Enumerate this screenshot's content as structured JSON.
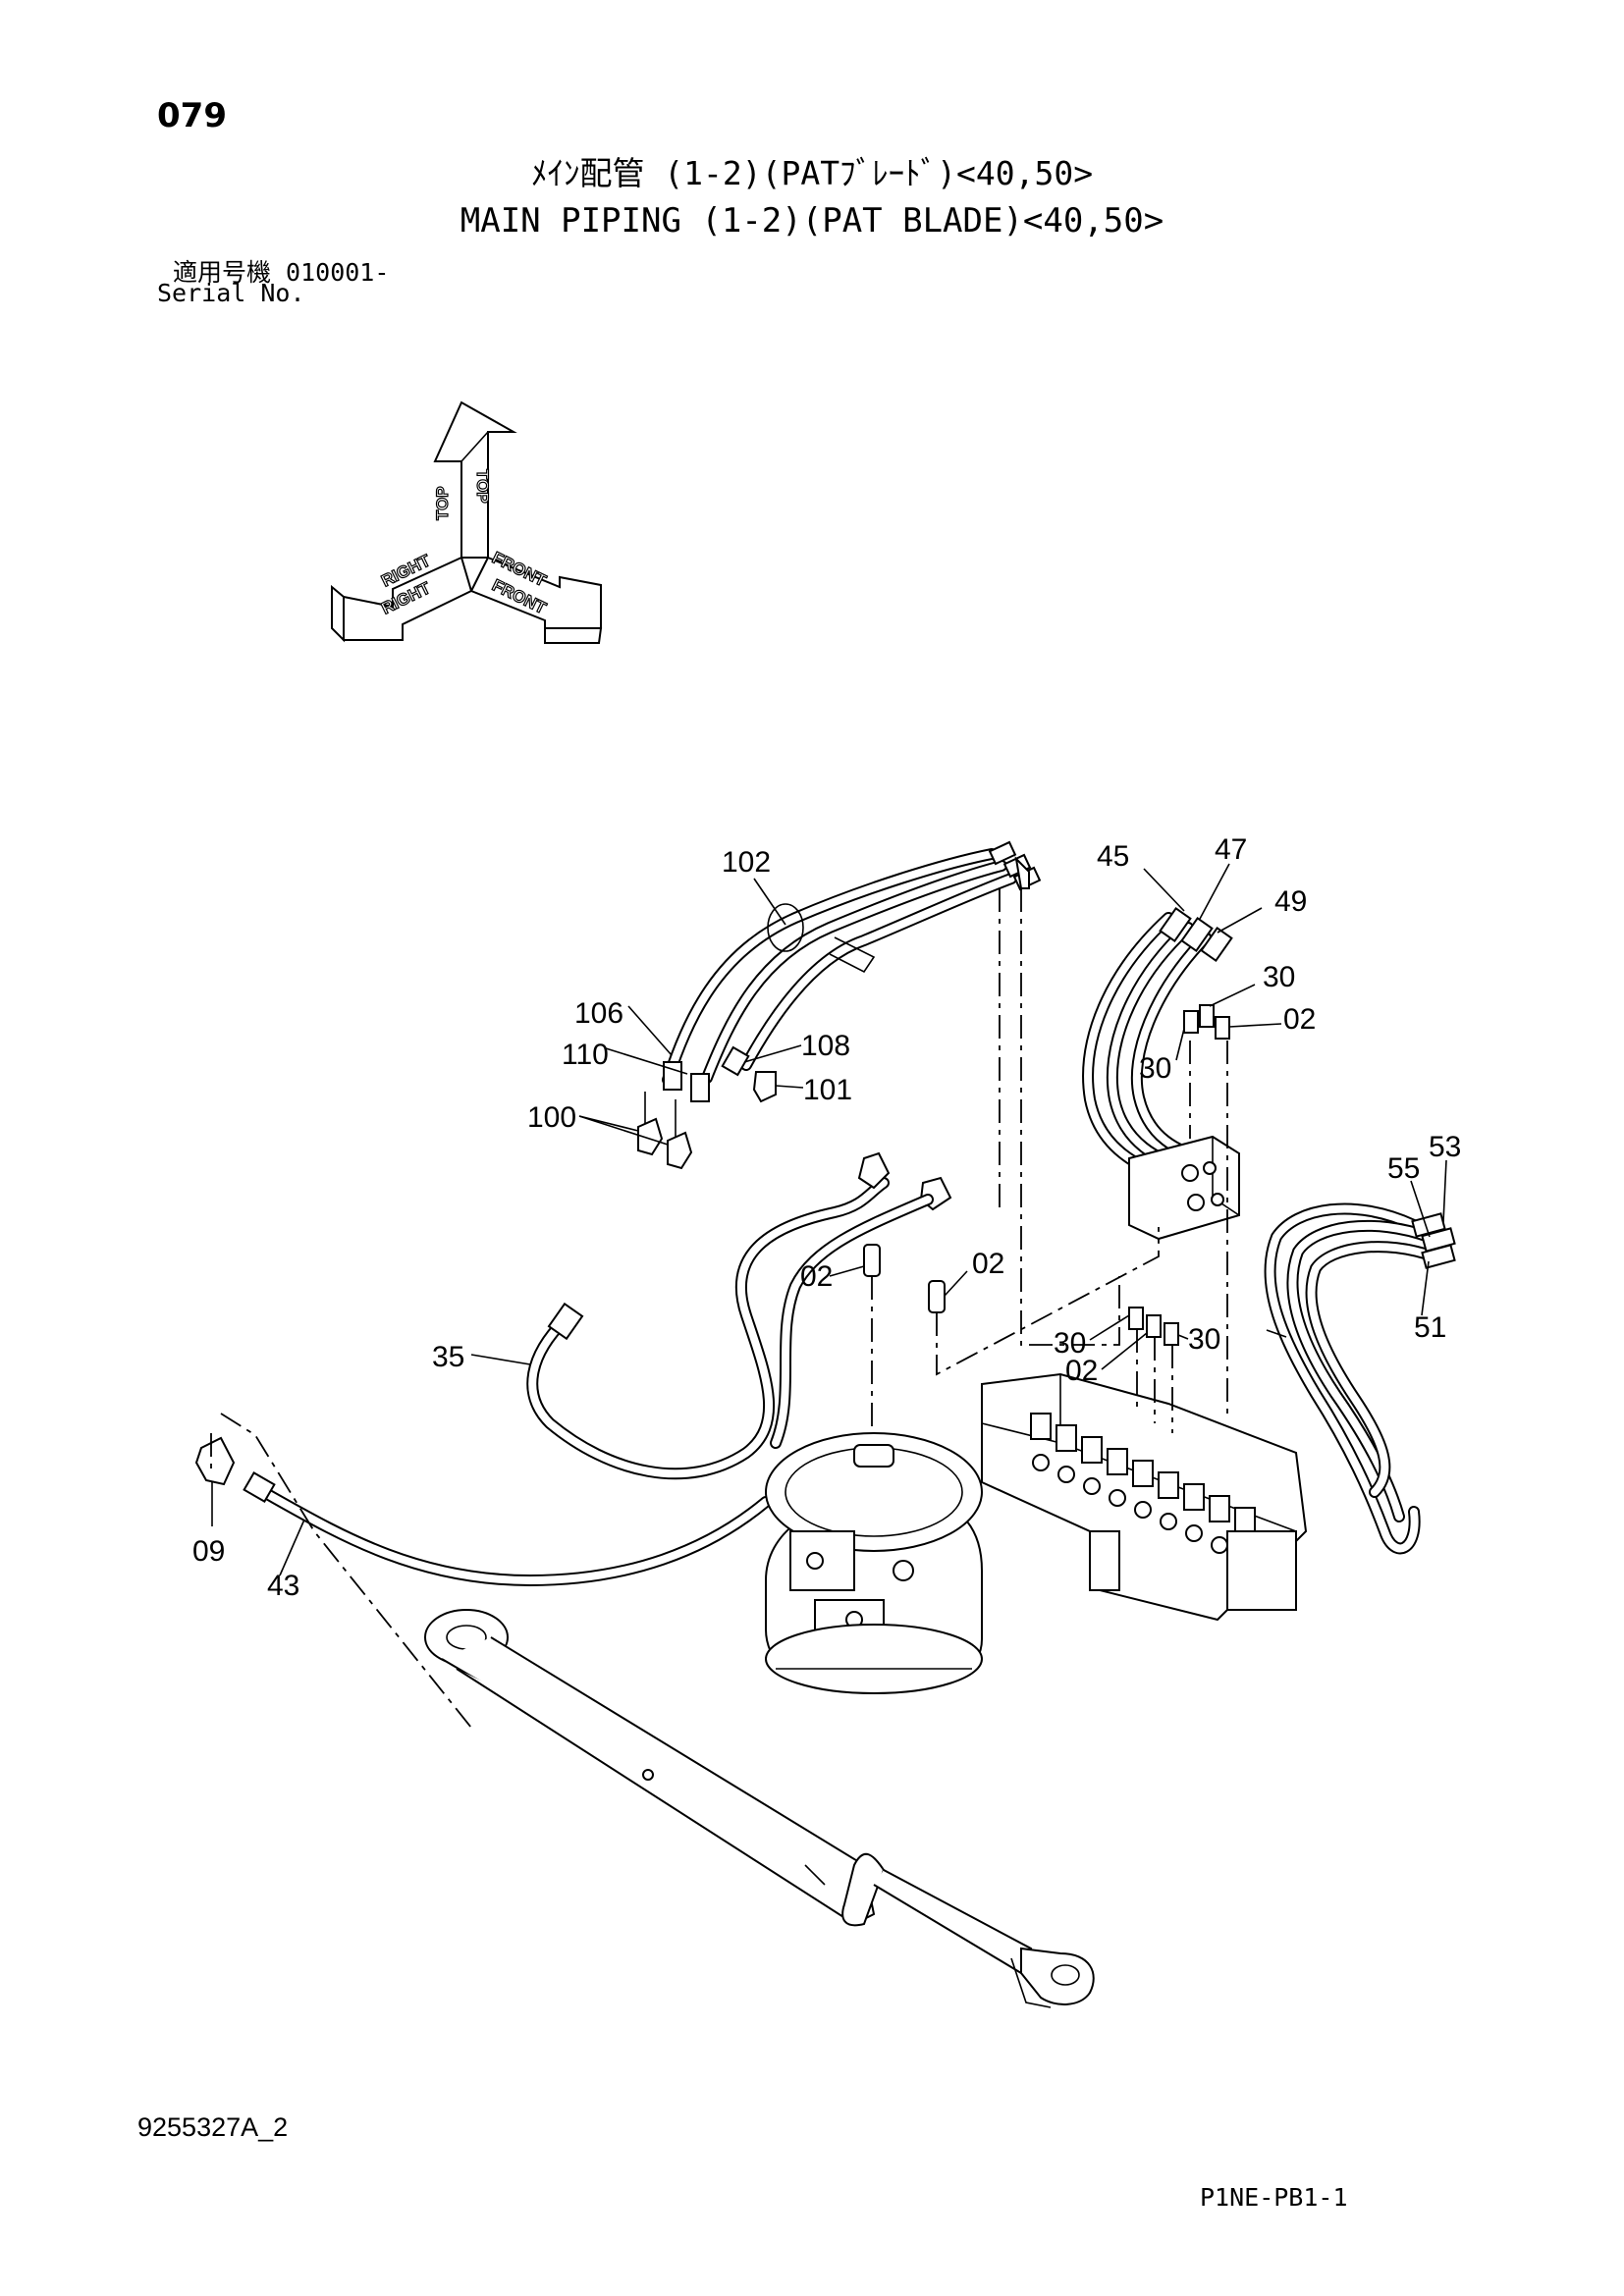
{
  "header": {
    "page_number": "079",
    "title_jp": "ﾒｲﾝ配管 (1-2)(PATﾌﾞﾚｰﾄﾞ)<40,50>",
    "title_en": "MAIN PIPING (1-2)(PAT BLADE)<40,50>",
    "serial_label_jp": "適用号機  010001-",
    "serial_label_en": "Serial No."
  },
  "orientation": {
    "labels": [
      "TOP",
      "TOP",
      "RIGHT",
      "RIGHT",
      "FRONT",
      "FRONT"
    ]
  },
  "callouts": [
    "102",
    "106",
    "110",
    "108",
    "101",
    "100",
    "45",
    "47",
    "49",
    "30",
    "02",
    "30",
    "53",
    "55",
    "51",
    "02",
    "02",
    "35",
    "30",
    "02",
    "30",
    "09",
    "43"
  ],
  "footer": {
    "doc_number": "9255327A_2",
    "sheet_code": "P1NE-PB1-1"
  }
}
